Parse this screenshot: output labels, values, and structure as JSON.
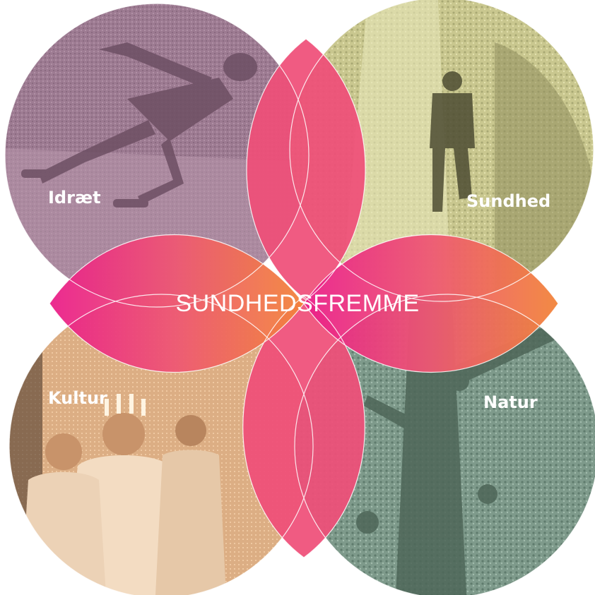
{
  "diagram": {
    "center_label": "SUNDHEDSFREMME",
    "circles": [
      {
        "id": "idraet",
        "label": "Idræt",
        "photo_subject": "inline skater",
        "tint": "#a7859b"
      },
      {
        "id": "sundhed",
        "label": "Sundhed",
        "photo_subject": "runner on forest path",
        "tint": "#d8d69e"
      },
      {
        "id": "kultur",
        "label": "Kultur",
        "photo_subject": "children in Lucia procession",
        "tint": "#e6b98f"
      },
      {
        "id": "natur",
        "label": "Natur",
        "photo_subject": "children climbing a tree",
        "tint": "#8fa99a"
      }
    ],
    "petal_gradient": {
      "start": "#ea1f8a",
      "mid": "#ee5873",
      "end": "#f2843a"
    }
  }
}
